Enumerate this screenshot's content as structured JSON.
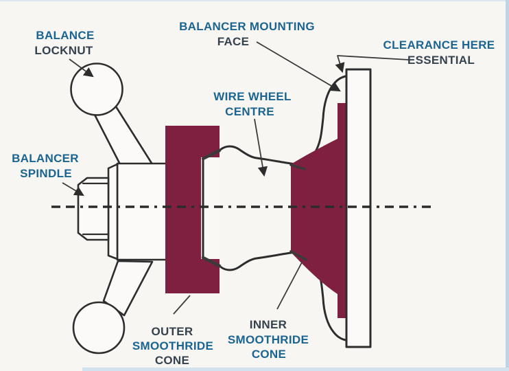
{
  "labels": {
    "balance_locknut": {
      "line1": "BALANCE",
      "line2": "LOCKNUT"
    },
    "balancer_mounting_face": {
      "line1": "BALANCER MOUNTING",
      "line2": "FACE"
    },
    "clearance": {
      "line1": "CLEARANCE HERE",
      "line2": "ESSENTIAL"
    },
    "wire_wheel_centre": {
      "line1": "WIRE WHEEL",
      "line2": "CENTRE"
    },
    "balancer_spindle": {
      "line1": "BALANCER",
      "line2": "SPINDLE"
    },
    "outer_cone": {
      "line1": "OUTER",
      "line2": "SMOOTHRIDE",
      "line3": "CONE"
    },
    "inner_cone": {
      "line1": "INNER",
      "line2": "SMOOTHRIDE",
      "line3": "CONE"
    }
  },
  "colors": {
    "label_blue": "#1c6490",
    "label_dark": "#35424d",
    "cone_maroon": "#7f2040",
    "outline": "#2d2d2d",
    "background": "#f7f6f3",
    "edge_blue": "#bcd5e9"
  }
}
